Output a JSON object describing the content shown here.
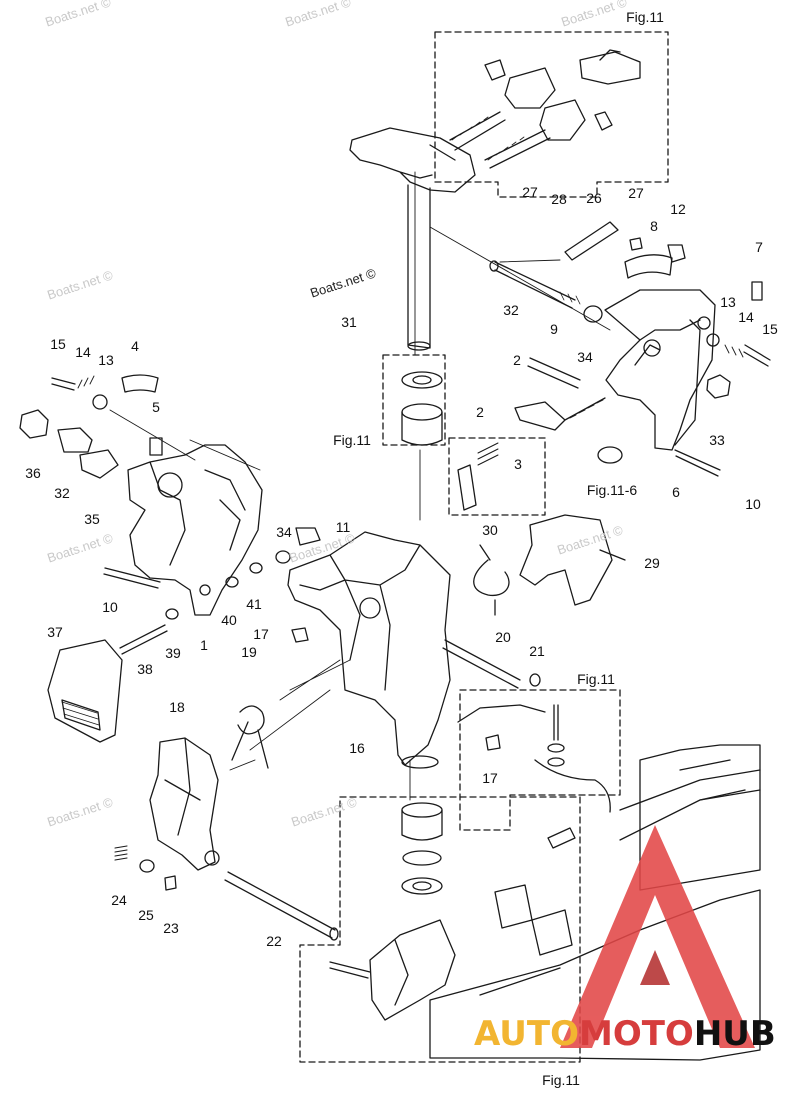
{
  "figure_refs": {
    "top": "Fig.11",
    "left_mid": "Fig.11",
    "fig11_6": "Fig.11-6",
    "right_mid": "Fig.11",
    "bottom": "Fig.11"
  },
  "watermarks": {
    "wm1": "Boats.net ©",
    "wm2": "Boats.net ©",
    "wm3": "Boats.net ©",
    "wm4": "Boats.net ©",
    "wm5": "Boats.net ©",
    "wm6": "Boats.net ©",
    "wm7": "Boats.net ©",
    "wm8": "Boats.net ©",
    "wm9": "Boats.net ©",
    "wm10": "Boats.net ©"
  },
  "logo": {
    "part1": "AUTO",
    "part2": "MOTO",
    "part3": "HUB"
  },
  "callouts": {
    "c27a": "27",
    "c28": "28",
    "c26": "26",
    "c27b": "27",
    "c12": "12",
    "c8": "8",
    "c7": "7",
    "c32a": "32",
    "c31": "31",
    "c13a": "13",
    "c14a": "14",
    "c15a": "15",
    "c9": "9",
    "c34a": "34",
    "c2a": "2",
    "c33": "33",
    "c6": "6",
    "c10a": "10",
    "c15b": "15",
    "c14b": "14",
    "c13b": "13",
    "c4": "4",
    "c5": "5",
    "c36": "36",
    "c32b": "32",
    "c35": "35",
    "c2b": "2",
    "c3": "3",
    "c34b": "34",
    "c11": "11",
    "c10b": "10",
    "c40": "40",
    "c41": "41",
    "c1": "1",
    "c39": "39",
    "c38": "38",
    "c30": "30",
    "c29": "29",
    "c17a": "17",
    "c20": "20",
    "c21": "21",
    "c37": "37",
    "c19": "19",
    "c18": "18",
    "c16": "16",
    "c17b": "17",
    "c24": "24",
    "c25": "25",
    "c23": "23",
    "c22": "22"
  },
  "colors": {
    "line": "#1a1a1a",
    "triangle": "#e24747",
    "triangle_dark": "#b53030"
  }
}
